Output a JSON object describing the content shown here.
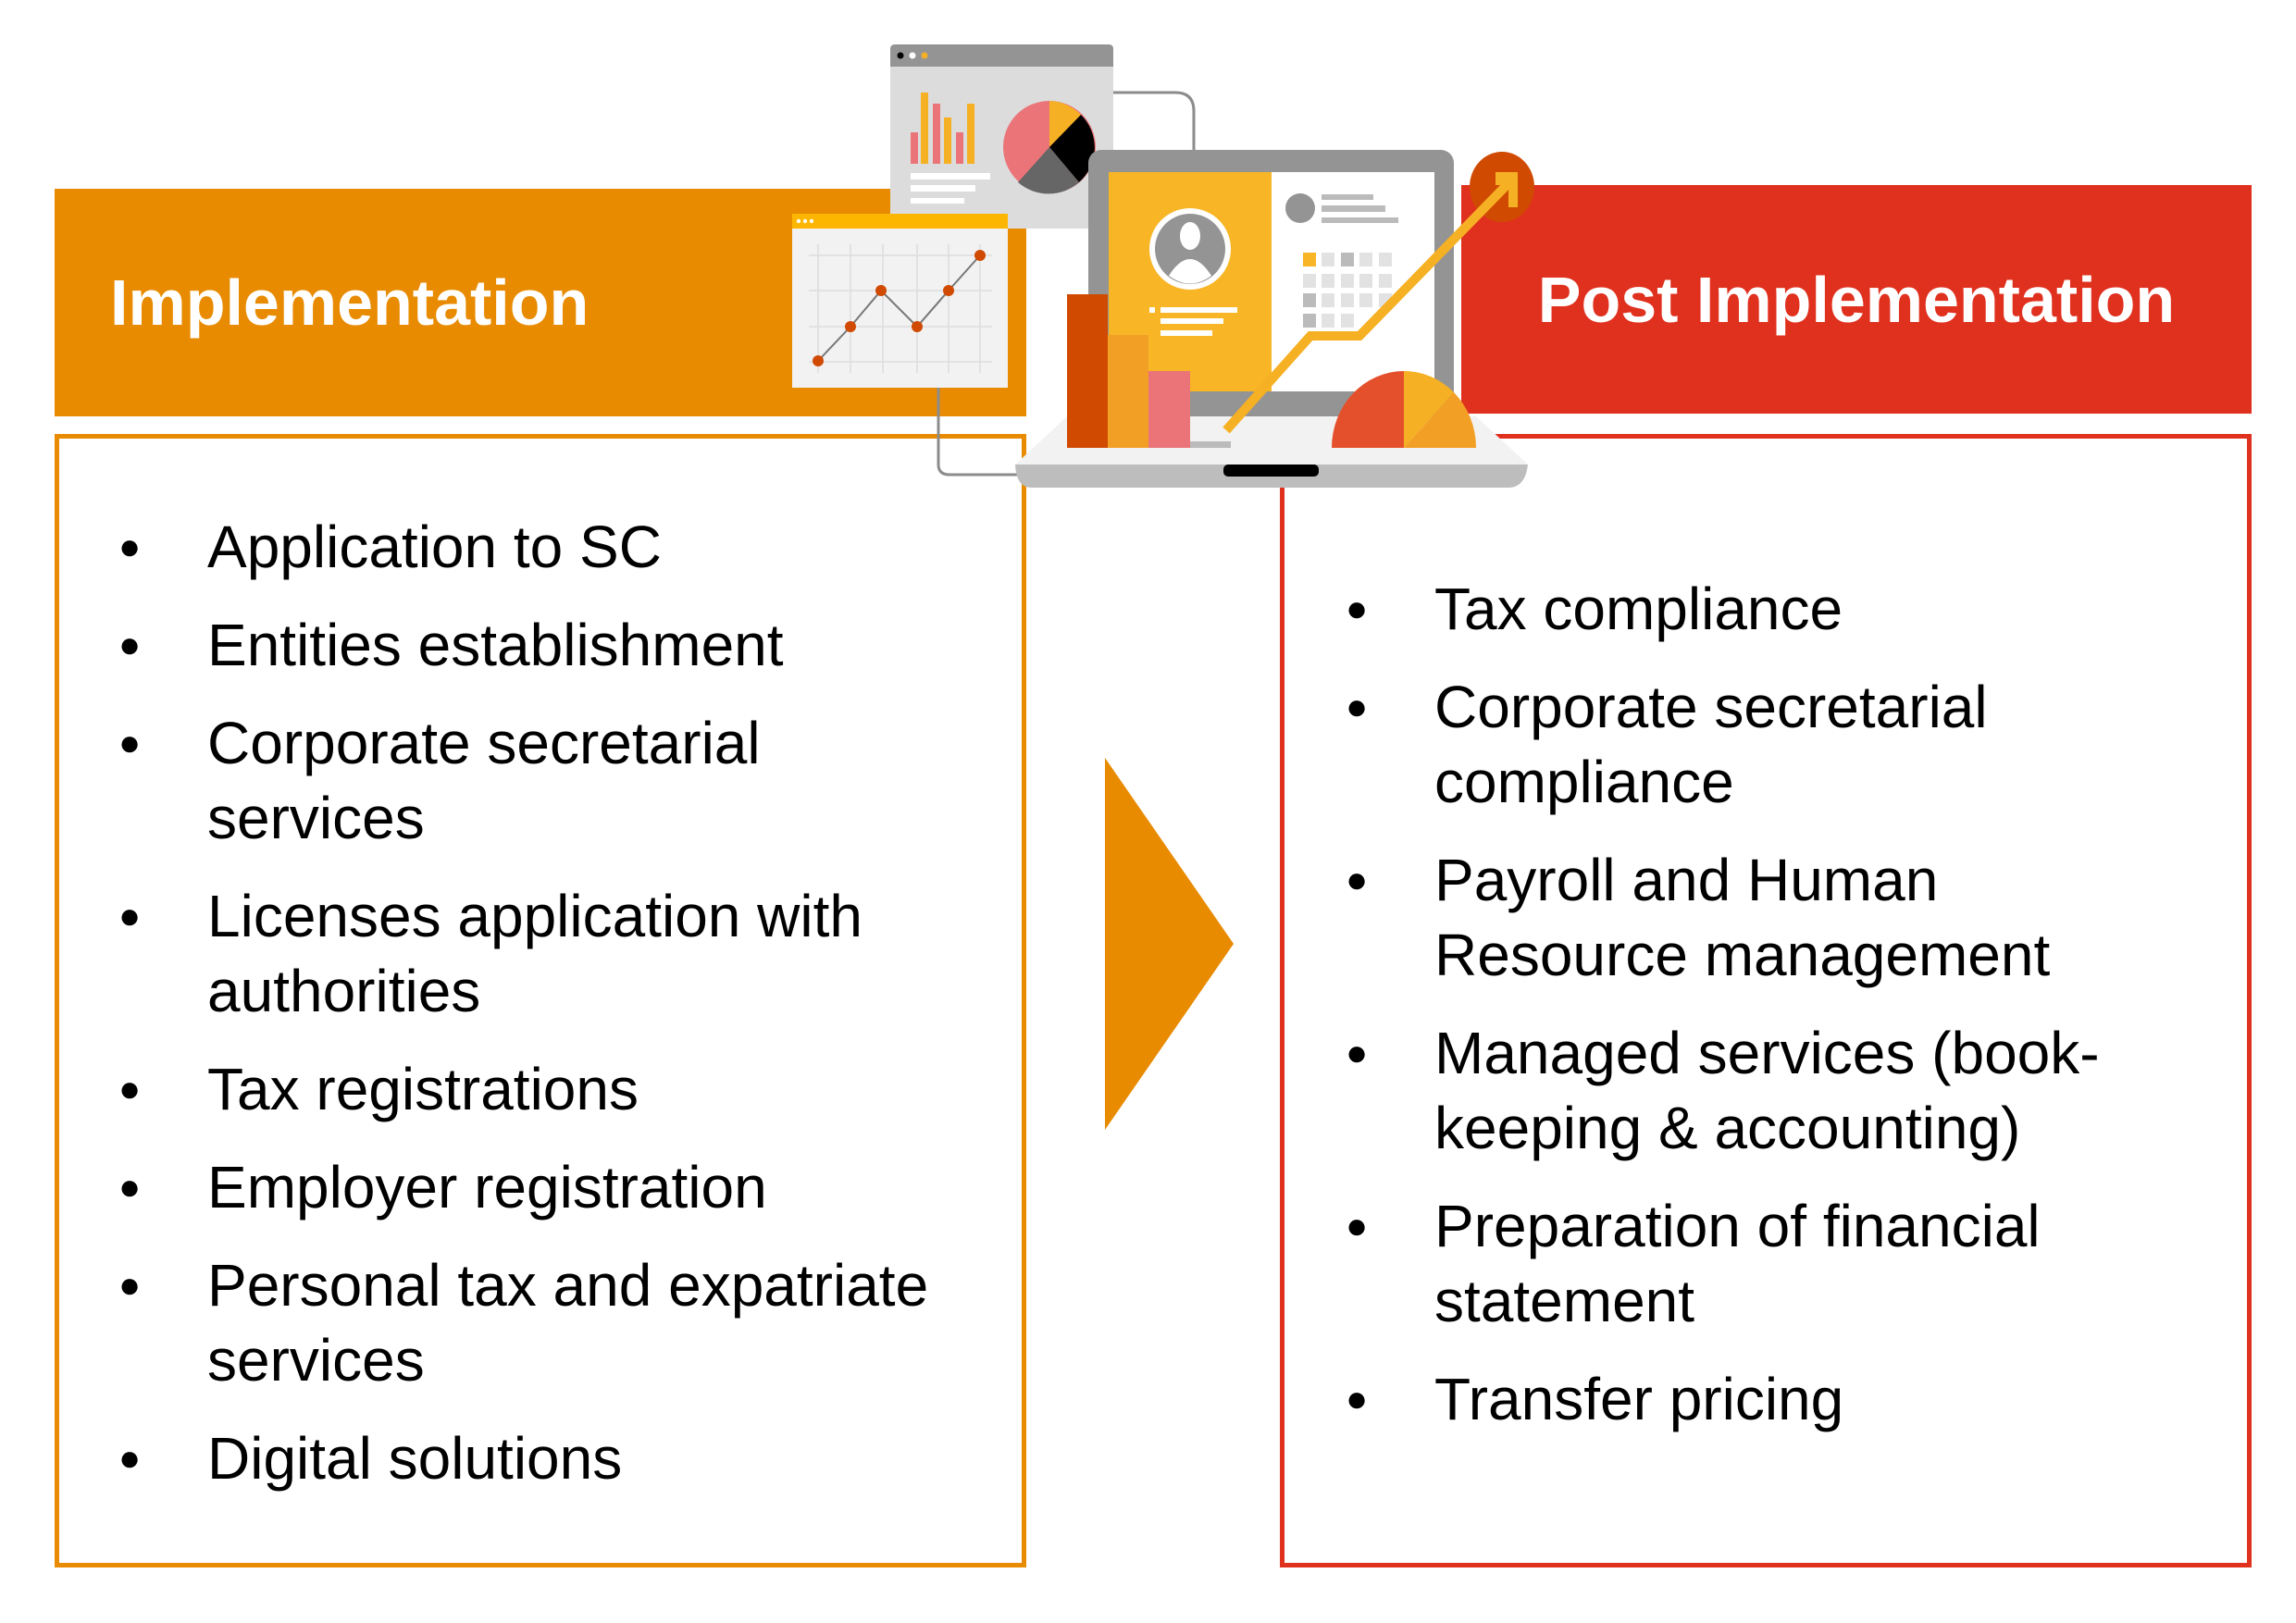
{
  "left": {
    "title": "Implementation",
    "items": [
      "Application to SC",
      "Entities establishment",
      "Corporate secretarial services",
      "Licenses application with authorities",
      "Tax registrations",
      "Employer registration",
      "Personal tax and expatriate services",
      "Digital solutions"
    ]
  },
  "right": {
    "title": "Post Implementation",
    "items": [
      "Tax compliance",
      "Corporate secretarial compliance",
      "Payroll and Human Resource management",
      "Managed services (book-keeping & accounting)",
      "Preparation of financial statement",
      "Transfer pricing"
    ]
  },
  "bullet": "●",
  "colors": {
    "orange": "#E88B00",
    "red": "#E0301E"
  },
  "icons": [
    "analytics-laptop-illustration",
    "flow-arrow-icon"
  ]
}
